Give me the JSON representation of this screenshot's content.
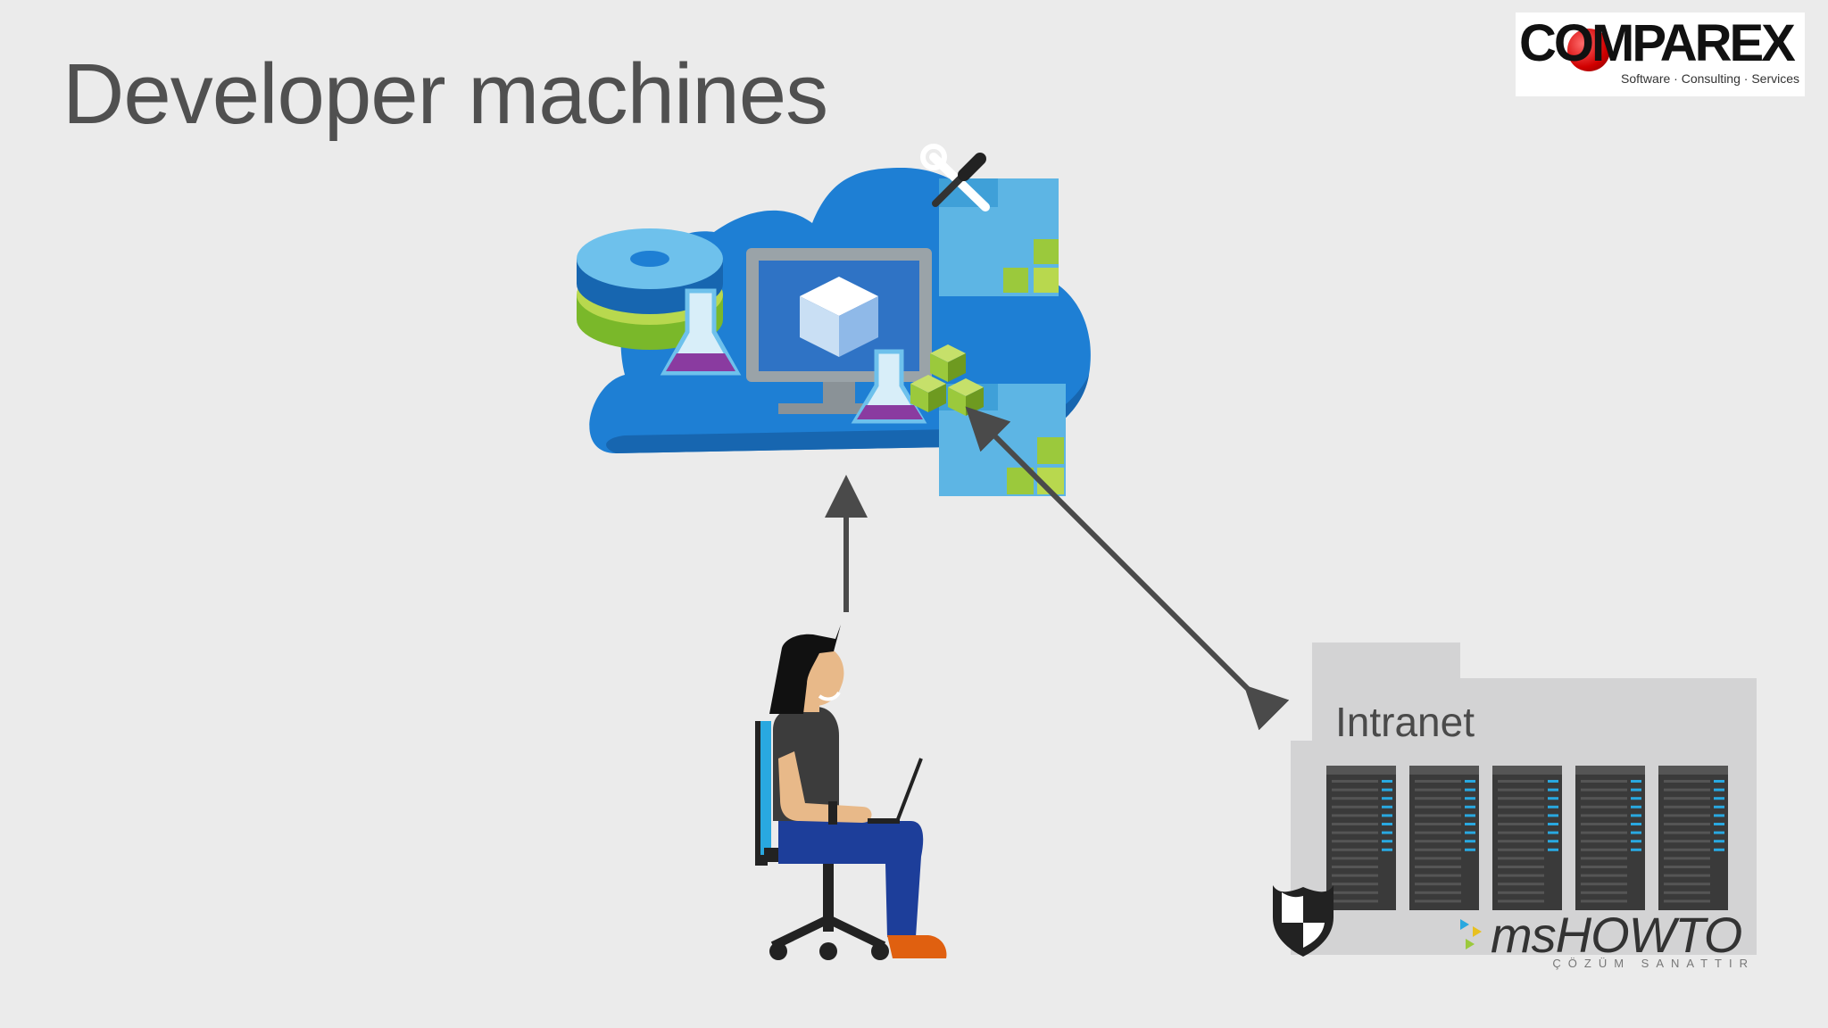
{
  "slide": {
    "title": "Developer machines"
  },
  "logo": {
    "word": "COMPAREX",
    "tagline": "Software · Consulting · Services"
  },
  "intranet": {
    "label": "Intranet"
  },
  "watermark": {
    "brand": "msHOWTO",
    "slogan": "ÇÖZÜM SANATTIR"
  },
  "colors": {
    "background": "#ebebeb",
    "cloud": "#1e7fd4",
    "building": "#d3d3d4",
    "server": "#3a3a3a",
    "server_led": "#29a8e0",
    "arrow": "#4a4a4a",
    "accent_green": "#9bc93c",
    "shirt": "#3c3c3c",
    "pants": "#1d3e9a",
    "shoe": "#e06010"
  },
  "icons": {
    "cloud": "azure-devtest-cloud-icon",
    "monitor": "virtual-machine-icon",
    "disk": "disk-stack-icon",
    "flask": "flask-icon",
    "tools": "wrench-screwdriver-icon",
    "developer": "developer-on-laptop-icon",
    "servers": "server-rack-icon",
    "shield": "security-shield-icon"
  }
}
